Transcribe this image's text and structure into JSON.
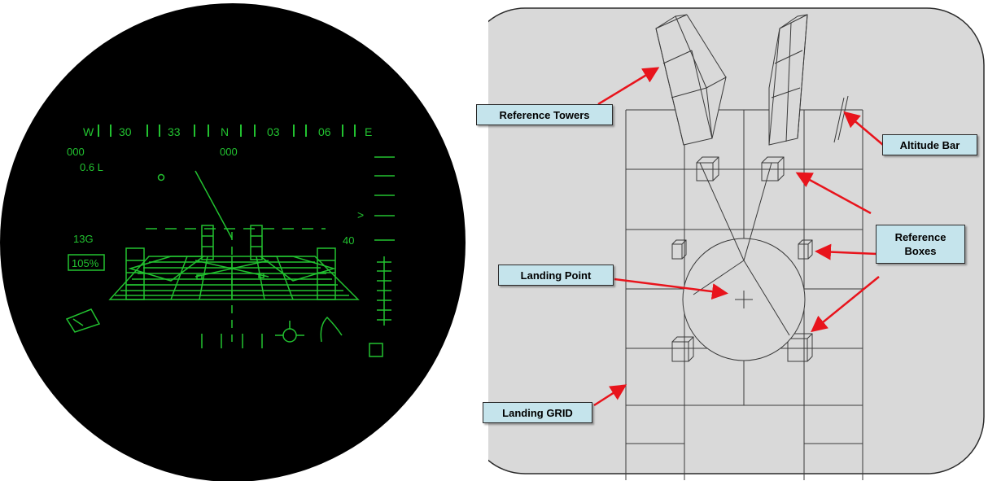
{
  "hud": {
    "heading_tape": [
      "W",
      "30",
      "33",
      "N",
      "03",
      "06",
      "E"
    ],
    "left_value": "000",
    "center_value": "000",
    "mode_label": "0.6 L",
    "g_value": "13G",
    "percent_box": "105%",
    "right_value": "40",
    "caret": ">"
  },
  "diagram": {
    "labels": {
      "reference_towers": "Reference Towers",
      "altitude_bar": "Altitude  Bar",
      "reference_boxes_line1": "Reference",
      "reference_boxes_line2": "Boxes",
      "landing_point": "Landing Point",
      "landing_grid": "Landing GRID"
    }
  },
  "colors": {
    "hud_background": "#000000",
    "hud_symbology": "#22c230",
    "diagram_background": "#d9d9d9",
    "callout_fill": "#c5e4ec",
    "arrow": "#e8141c"
  }
}
